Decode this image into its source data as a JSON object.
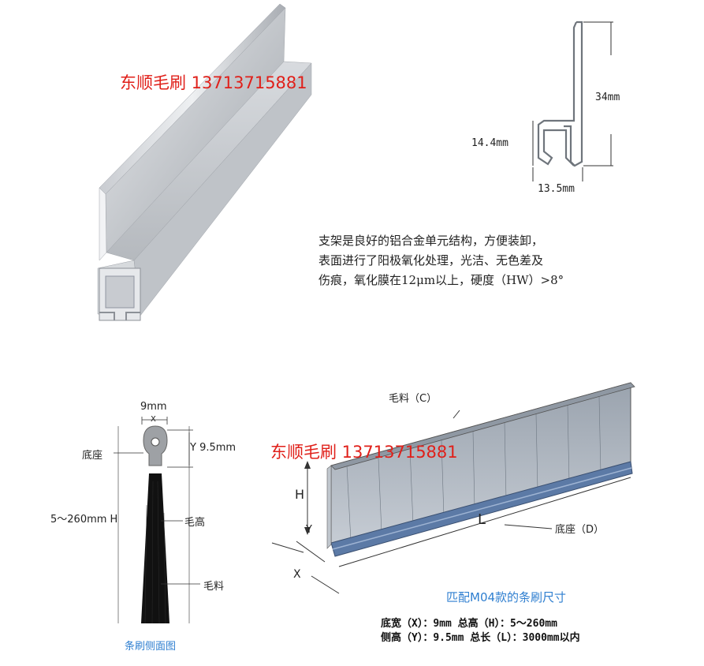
{
  "watermark_top": "东顺毛刷 13713715881",
  "watermark_bottom": "东顺毛刷 13713715881",
  "profile_dims": {
    "height": "34mm",
    "inner_height": "14.4mm",
    "width": "13.5mm"
  },
  "description": {
    "line1": "支架是良好的铝合金单元结构，方便装卸，",
    "line2": "表面进行了阳极氧化处理，光洁、无色差及",
    "line3": "伤痕，氧化膜在12μm以上，硬度（HW）>8°"
  },
  "side_view": {
    "width_label": "9mm",
    "x_marker": "X",
    "y_label": "Y 9.5mm",
    "base_label": "底座",
    "height_label": "5～260mm H",
    "bristle_height_label": "毛高",
    "bristle_label": "毛料",
    "caption": "条刷侧面图"
  },
  "perspective": {
    "bristle_label": "毛料（C）",
    "h_marker": "H",
    "y_marker": "Y",
    "x_marker": "X",
    "l_marker": "L",
    "base_label": "底座（D）",
    "title": "匹配M04款的条刷尺寸"
  },
  "specs": {
    "row1": "底宽（X）：9mm   总高（H）：5～260mm",
    "row2": "侧高（Y）：9.5mm   总长（L）：3000mm以内"
  },
  "colors": {
    "watermark": "#e0201a",
    "caption_blue": "#2f7fd0"
  }
}
